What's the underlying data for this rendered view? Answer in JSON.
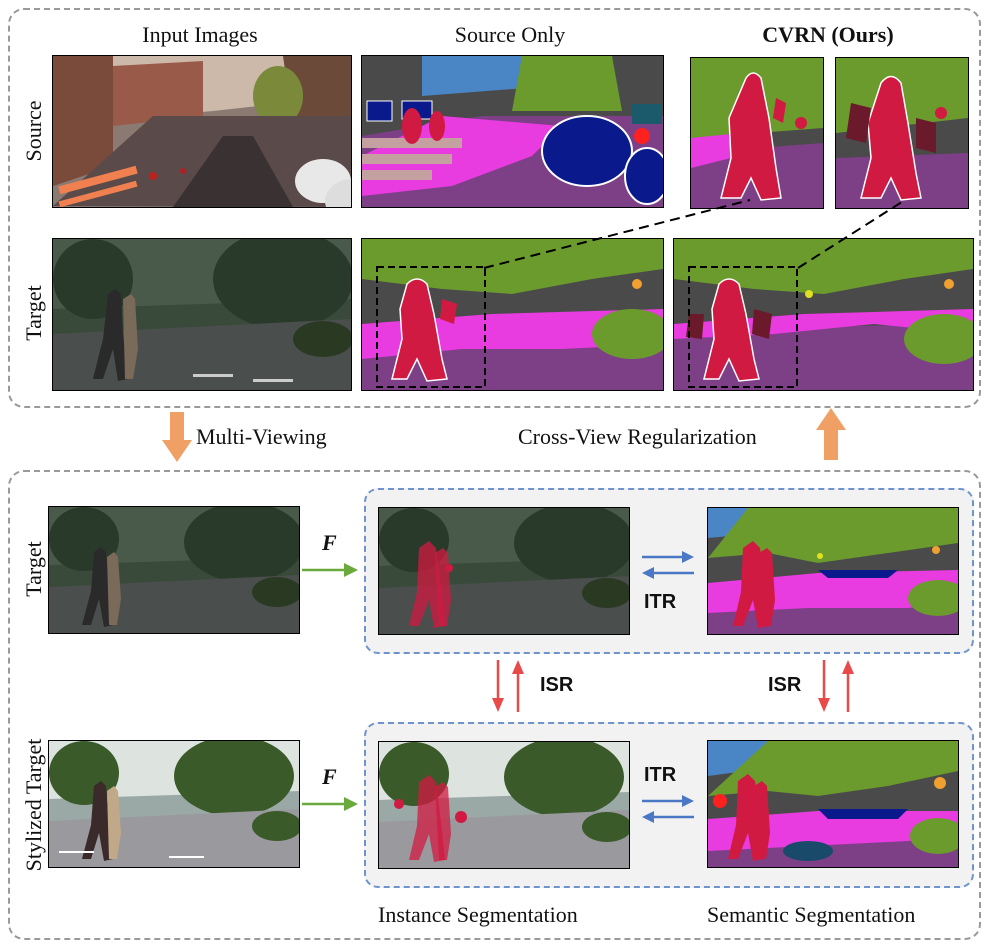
{
  "top_panel": {
    "col_headers": [
      "Input Images",
      "Source Only",
      "CVRN (Ours)"
    ],
    "row_labels": [
      "Source",
      "Target"
    ]
  },
  "flow": {
    "multi_viewing": "Multi-Viewing",
    "cross_view_regularization": "Cross-View Regularization"
  },
  "bottom_panel": {
    "row_labels": [
      "Target",
      "Stylized Target"
    ],
    "function_label": "F",
    "itr_label": "ITR",
    "isr_label": "ISR",
    "captions": [
      "Instance Segmentation",
      "Semantic Segmentation"
    ]
  },
  "colors": {
    "road": "#7d3f86",
    "sidewalk": "#e83be0",
    "vegetation": "#6b9a2d",
    "building": "#4a4a4a",
    "sky": "#4a86c6",
    "person": "#d11a42",
    "car": "#0a1a8c",
    "green_arrow": "#6aaa3c",
    "blue_arrow": "#4a78c4",
    "red_arrow": "#e84a4a",
    "orange_arrow": "#f0a064"
  }
}
